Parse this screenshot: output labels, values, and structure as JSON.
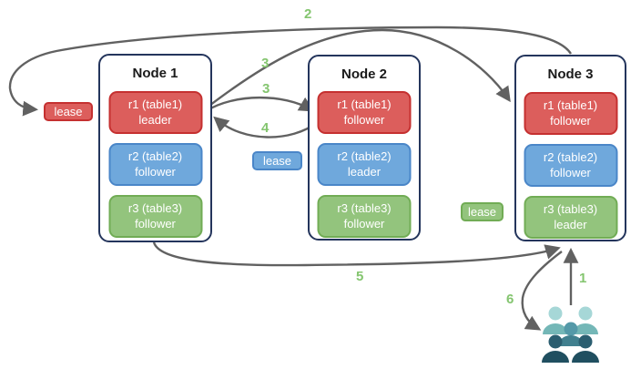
{
  "diagram": {
    "nodes": [
      {
        "title": "Node 1",
        "replicas": [
          {
            "name": "r1 (table1)",
            "role": "leader",
            "color": "red"
          },
          {
            "name": "r2 (table2)",
            "role": "follower",
            "color": "blue"
          },
          {
            "name": "r3 (table3)",
            "role": "follower",
            "color": "green"
          }
        ]
      },
      {
        "title": "Node 2",
        "replicas": [
          {
            "name": "r1 (table1)",
            "role": "follower",
            "color": "red"
          },
          {
            "name": "r2 (table2)",
            "role": "leader",
            "color": "blue"
          },
          {
            "name": "r3 (table3)",
            "role": "follower",
            "color": "green"
          }
        ]
      },
      {
        "title": "Node 3",
        "replicas": [
          {
            "name": "r1 (table1)",
            "role": "follower",
            "color": "red"
          },
          {
            "name": "r2 (table2)",
            "role": "follower",
            "color": "blue"
          },
          {
            "name": "r3 (table3)",
            "role": "leader",
            "color": "green"
          }
        ]
      }
    ],
    "leases": [
      {
        "label": "lease",
        "color": "red"
      },
      {
        "label": "lease",
        "color": "blue"
      },
      {
        "label": "lease",
        "color": "green"
      }
    ],
    "flow_steps": {
      "s1": "1",
      "s2": "2",
      "s3a": "3",
      "s3b": "3",
      "s4": "4",
      "s5": "5",
      "s6": "6"
    },
    "arrows": [
      {
        "step": "1",
        "from": "users",
        "to": "node-3-bottom"
      },
      {
        "step": "2",
        "from": "node-3-top",
        "to": "lease-red"
      },
      {
        "step": "3",
        "from": "node-1-r1-leader",
        "to": "node-2-r1-follower"
      },
      {
        "step": "3",
        "from": "node-1-r1-leader",
        "to": "node-3-r1-follower"
      },
      {
        "step": "4",
        "from": "node-2-r1-follower",
        "to": "node-1-r1-leader"
      },
      {
        "step": "5",
        "from": "node-1-bottom",
        "to": "node-3-bottom"
      },
      {
        "step": "6",
        "from": "node-3-bottom",
        "to": "users"
      }
    ],
    "icons": {
      "users": "users-group"
    }
  },
  "colors": {
    "node-border": "#24355c",
    "arrow": "#616161",
    "step-green": "#84c56f",
    "red-fill": "#dc5e5c",
    "red-border": "#c53030",
    "blue-fill": "#6fa8dc",
    "blue-border": "#4a86c8",
    "green-fill": "#93c47d",
    "green-border": "#71ac55",
    "users-back-head": "#a6d7d7",
    "users-back-body": "#74b7b7",
    "users-mid-head": "#5499a8",
    "users-mid-body": "#41808f",
    "users-front-head": "#2b5e70",
    "users-front-body": "#204f60"
  }
}
